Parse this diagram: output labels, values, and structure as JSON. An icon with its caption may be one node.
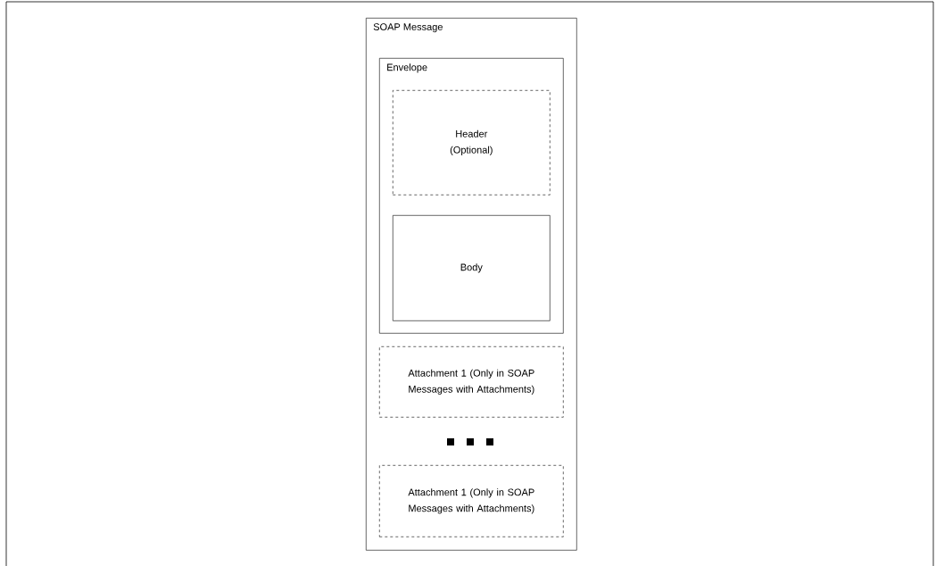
{
  "diagram": {
    "nodes": [
      {
        "text": [
          "SOAP Message"
        ]
      },
      {
        "text": [
          "Envelope"
        ],
        "in": 0
      },
      {
        "text": [
          "Header (Optional)"
        ],
        "in": 1
      },
      {
        "text": [
          "Body"
        ],
        "in": 1
      },
      {
        "text": [
          "Attachment 1 (Only in SOAP Messages with Attachments)"
        ],
        "in": 0
      },
      {
        "text": [
          "Attachment 1 (Only in SOAP Messages with Attachments)"
        ],
        "in": 0
      }
    ]
  }
}
